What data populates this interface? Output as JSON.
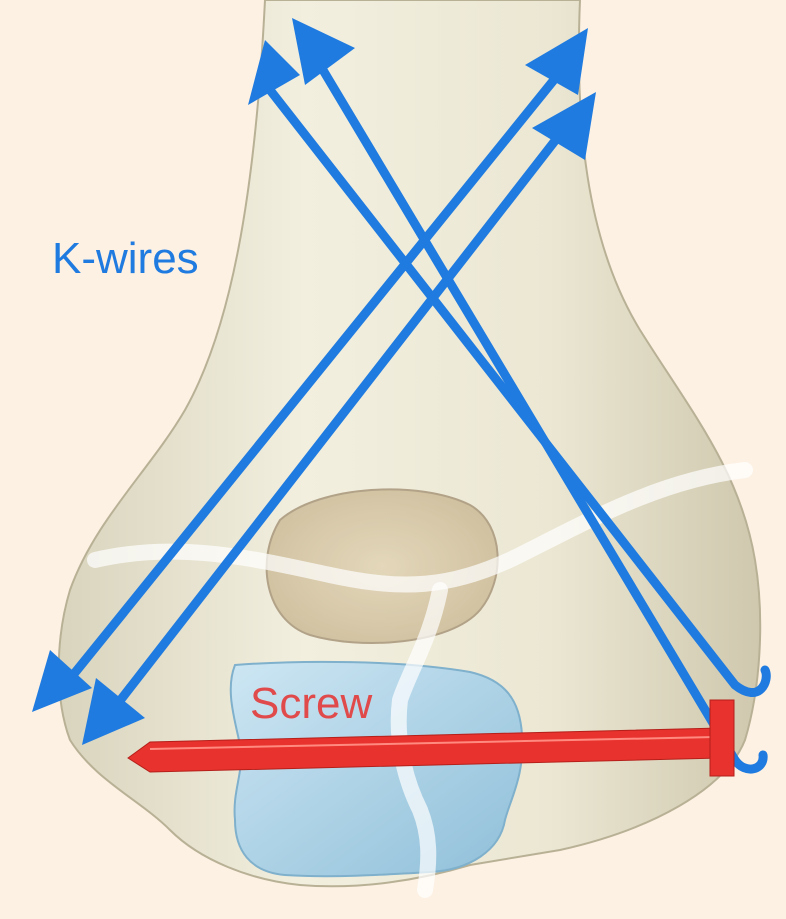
{
  "labels": {
    "kwires": "K-wires",
    "screw": "Screw"
  },
  "colors": {
    "background": "#fdf1e3",
    "bone_fill": "#ebe7d3",
    "bone_shadow": "#cfc8ae",
    "cartilage_fill": "#b9d9ea",
    "cartilage_shadow": "#8fbfd9",
    "fracture_line": "#ffffff",
    "kwire": "#1f7be0",
    "screw": "#e8322d",
    "kwires_label": "#1f7be0",
    "screw_label": "#e04a4a"
  },
  "elements": {
    "kwire_count": 4,
    "screw_count": 1
  }
}
